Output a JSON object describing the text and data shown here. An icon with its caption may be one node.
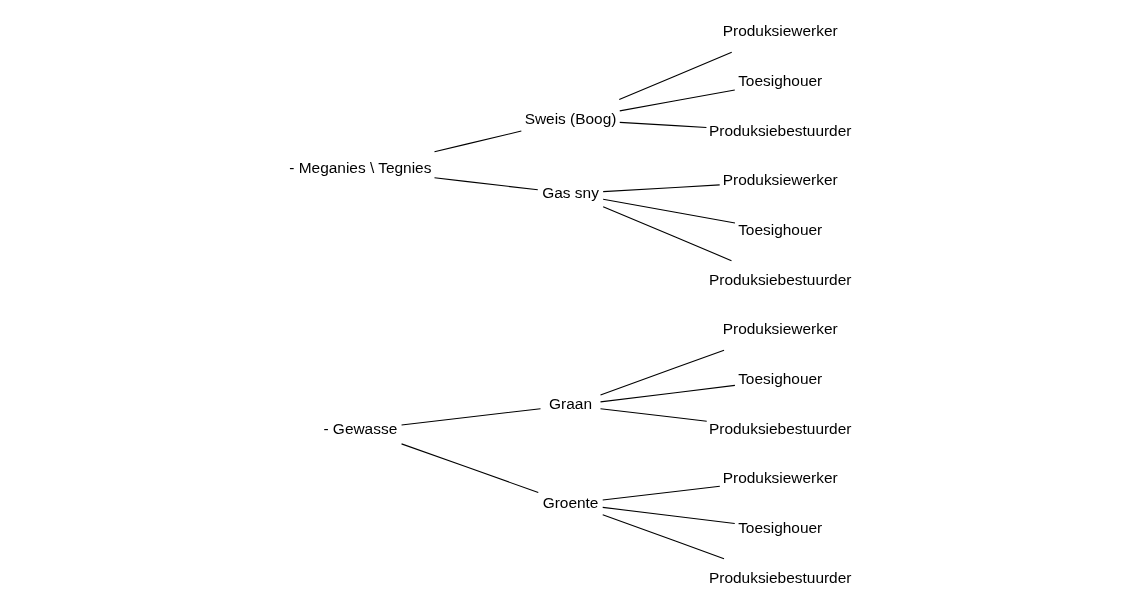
{
  "diagram": {
    "nodes": [
      {
        "text": [
          "- Gewasse"
        ]
      },
      {
        "text": [
          "Graan"
        ]
      },
      {
        "text": [
          "Produksiewerker"
        ]
      },
      {
        "text": [
          "Toesighouer"
        ]
      },
      {
        "text": [
          "Produksiebestuurder"
        ]
      },
      {
        "text": [
          "Groente"
        ]
      },
      {
        "text": [
          "Produksiewerker"
        ]
      },
      {
        "text": [
          "Toesighouer"
        ]
      },
      {
        "text": [
          "Produksiebestuurder"
        ]
      },
      {
        "text": [
          "- Meganies \\ Tegnies"
        ]
      },
      {
        "text": [
          "Sweis (Boog)"
        ]
      },
      {
        "text": [
          "Produksiewerker"
        ]
      },
      {
        "text": [
          "Toesighouer"
        ]
      },
      {
        "text": [
          "Produksiebestuurder"
        ]
      },
      {
        "text": [
          "Gas sny"
        ]
      },
      {
        "text": [
          "Produksiewerker"
        ]
      },
      {
        "text": [
          "Toesighouer"
        ]
      },
      {
        "text": [
          "Produksiebestuurder"
        ]
      }
    ],
    "edges": [
      {
        "from": 0,
        "to": 1,
        "arrow": "none"
      },
      {
        "from": 0,
        "to": 5,
        "arrow": "none"
      },
      {
        "from": 1,
        "to": 2,
        "arrow": "none"
      },
      {
        "from": 1,
        "to": 3,
        "arrow": "none"
      },
      {
        "from": 1,
        "to": 4,
        "arrow": "none"
      },
      {
        "from": 5,
        "to": 6,
        "arrow": "none"
      },
      {
        "from": 5,
        "to": 7,
        "arrow": "none"
      },
      {
        "from": 5,
        "to": 8,
        "arrow": "none"
      },
      {
        "from": 9,
        "to": 10,
        "arrow": "none"
      },
      {
        "from": 9,
        "to": 14,
        "arrow": "none"
      },
      {
        "from": 10,
        "to": 11,
        "arrow": "none"
      },
      {
        "from": 10,
        "to": 12,
        "arrow": "none"
      },
      {
        "from": 10,
        "to": 13,
        "arrow": "none"
      },
      {
        "from": 14,
        "to": 15,
        "arrow": "none"
      },
      {
        "from": 14,
        "to": 16,
        "arrow": "none"
      },
      {
        "from": 14,
        "to": 17,
        "arrow": "none"
      }
    ]
  }
}
